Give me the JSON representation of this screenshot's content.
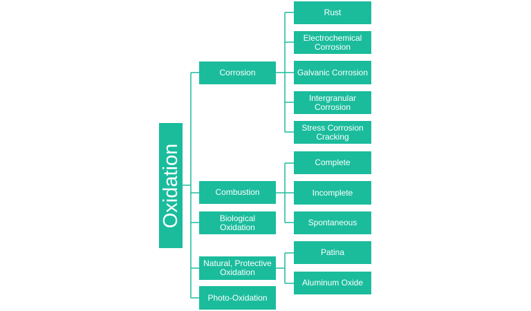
{
  "root": {
    "label": "Oxidation"
  },
  "categories": [
    {
      "label": "Corrosion",
      "children": [
        "Rust",
        "Electrochemical Corrosion",
        "Galvanic Corrosion",
        "Intergranular Corrosion",
        "Stress Corrosion Cracking"
      ]
    },
    {
      "label": "Combustion",
      "children": [
        "Complete",
        "Incomplete",
        "Spontaneous"
      ]
    },
    {
      "label": "Biological Oxidation",
      "children": []
    },
    {
      "label": "Natural, Protective Oxidation",
      "children": [
        "Patina",
        "Aluminum Oxide"
      ]
    },
    {
      "label": "Photo-Oxidation",
      "children": []
    }
  ],
  "colors": {
    "node_fill": "#1abc9c",
    "node_text": "#ffffff",
    "connector": "#1abc9c"
  }
}
